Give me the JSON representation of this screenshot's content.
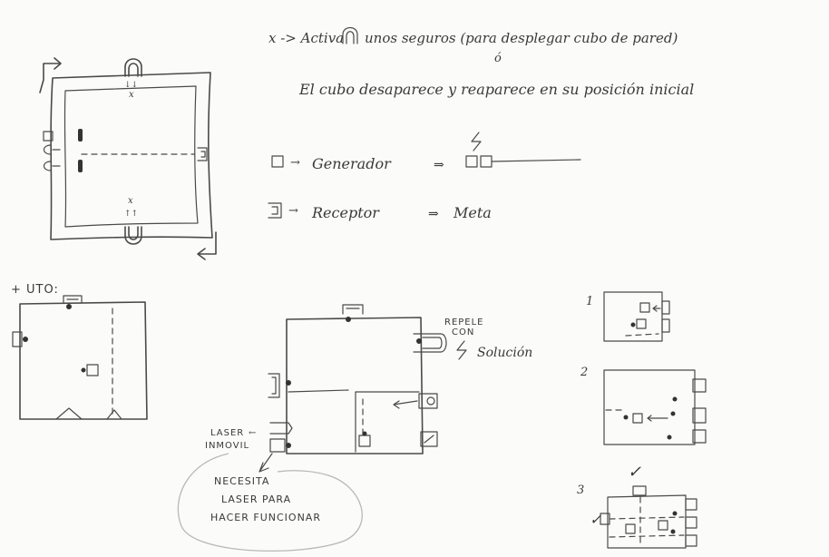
{
  "legend": {
    "line_activa_prefix": "x -> Activa",
    "line_activa_suffix": "unos seguros (para desplegar cubo de pared)",
    "o_mark": "ó",
    "line_cubo": "El cubo desaparece y reaparece en su posición inicial",
    "generador_label": "Generador",
    "receptor_label": "Receptor",
    "meta_label": "Meta"
  },
  "tutorial": {
    "title": "+ UTO:"
  },
  "middle_room": {
    "repele_con_line1": "REPELE",
    "repele_con_line2": "CON",
    "solucion": "Solución",
    "laser_inmovil_line1": "LASER",
    "laser_inmovil_line2": "INMOVIL",
    "necesita_line1": "NECESITA",
    "necesita_line2": "LASER PARA",
    "necesita_line3": "HACER FUNCIONAR"
  },
  "steps": {
    "step1": "1",
    "step2": "2",
    "step3": "3",
    "check": "✓"
  },
  "colors": {
    "ink": "#4a4a4a",
    "paper": "#fbfbf9",
    "faint": "#b8b8b8"
  }
}
